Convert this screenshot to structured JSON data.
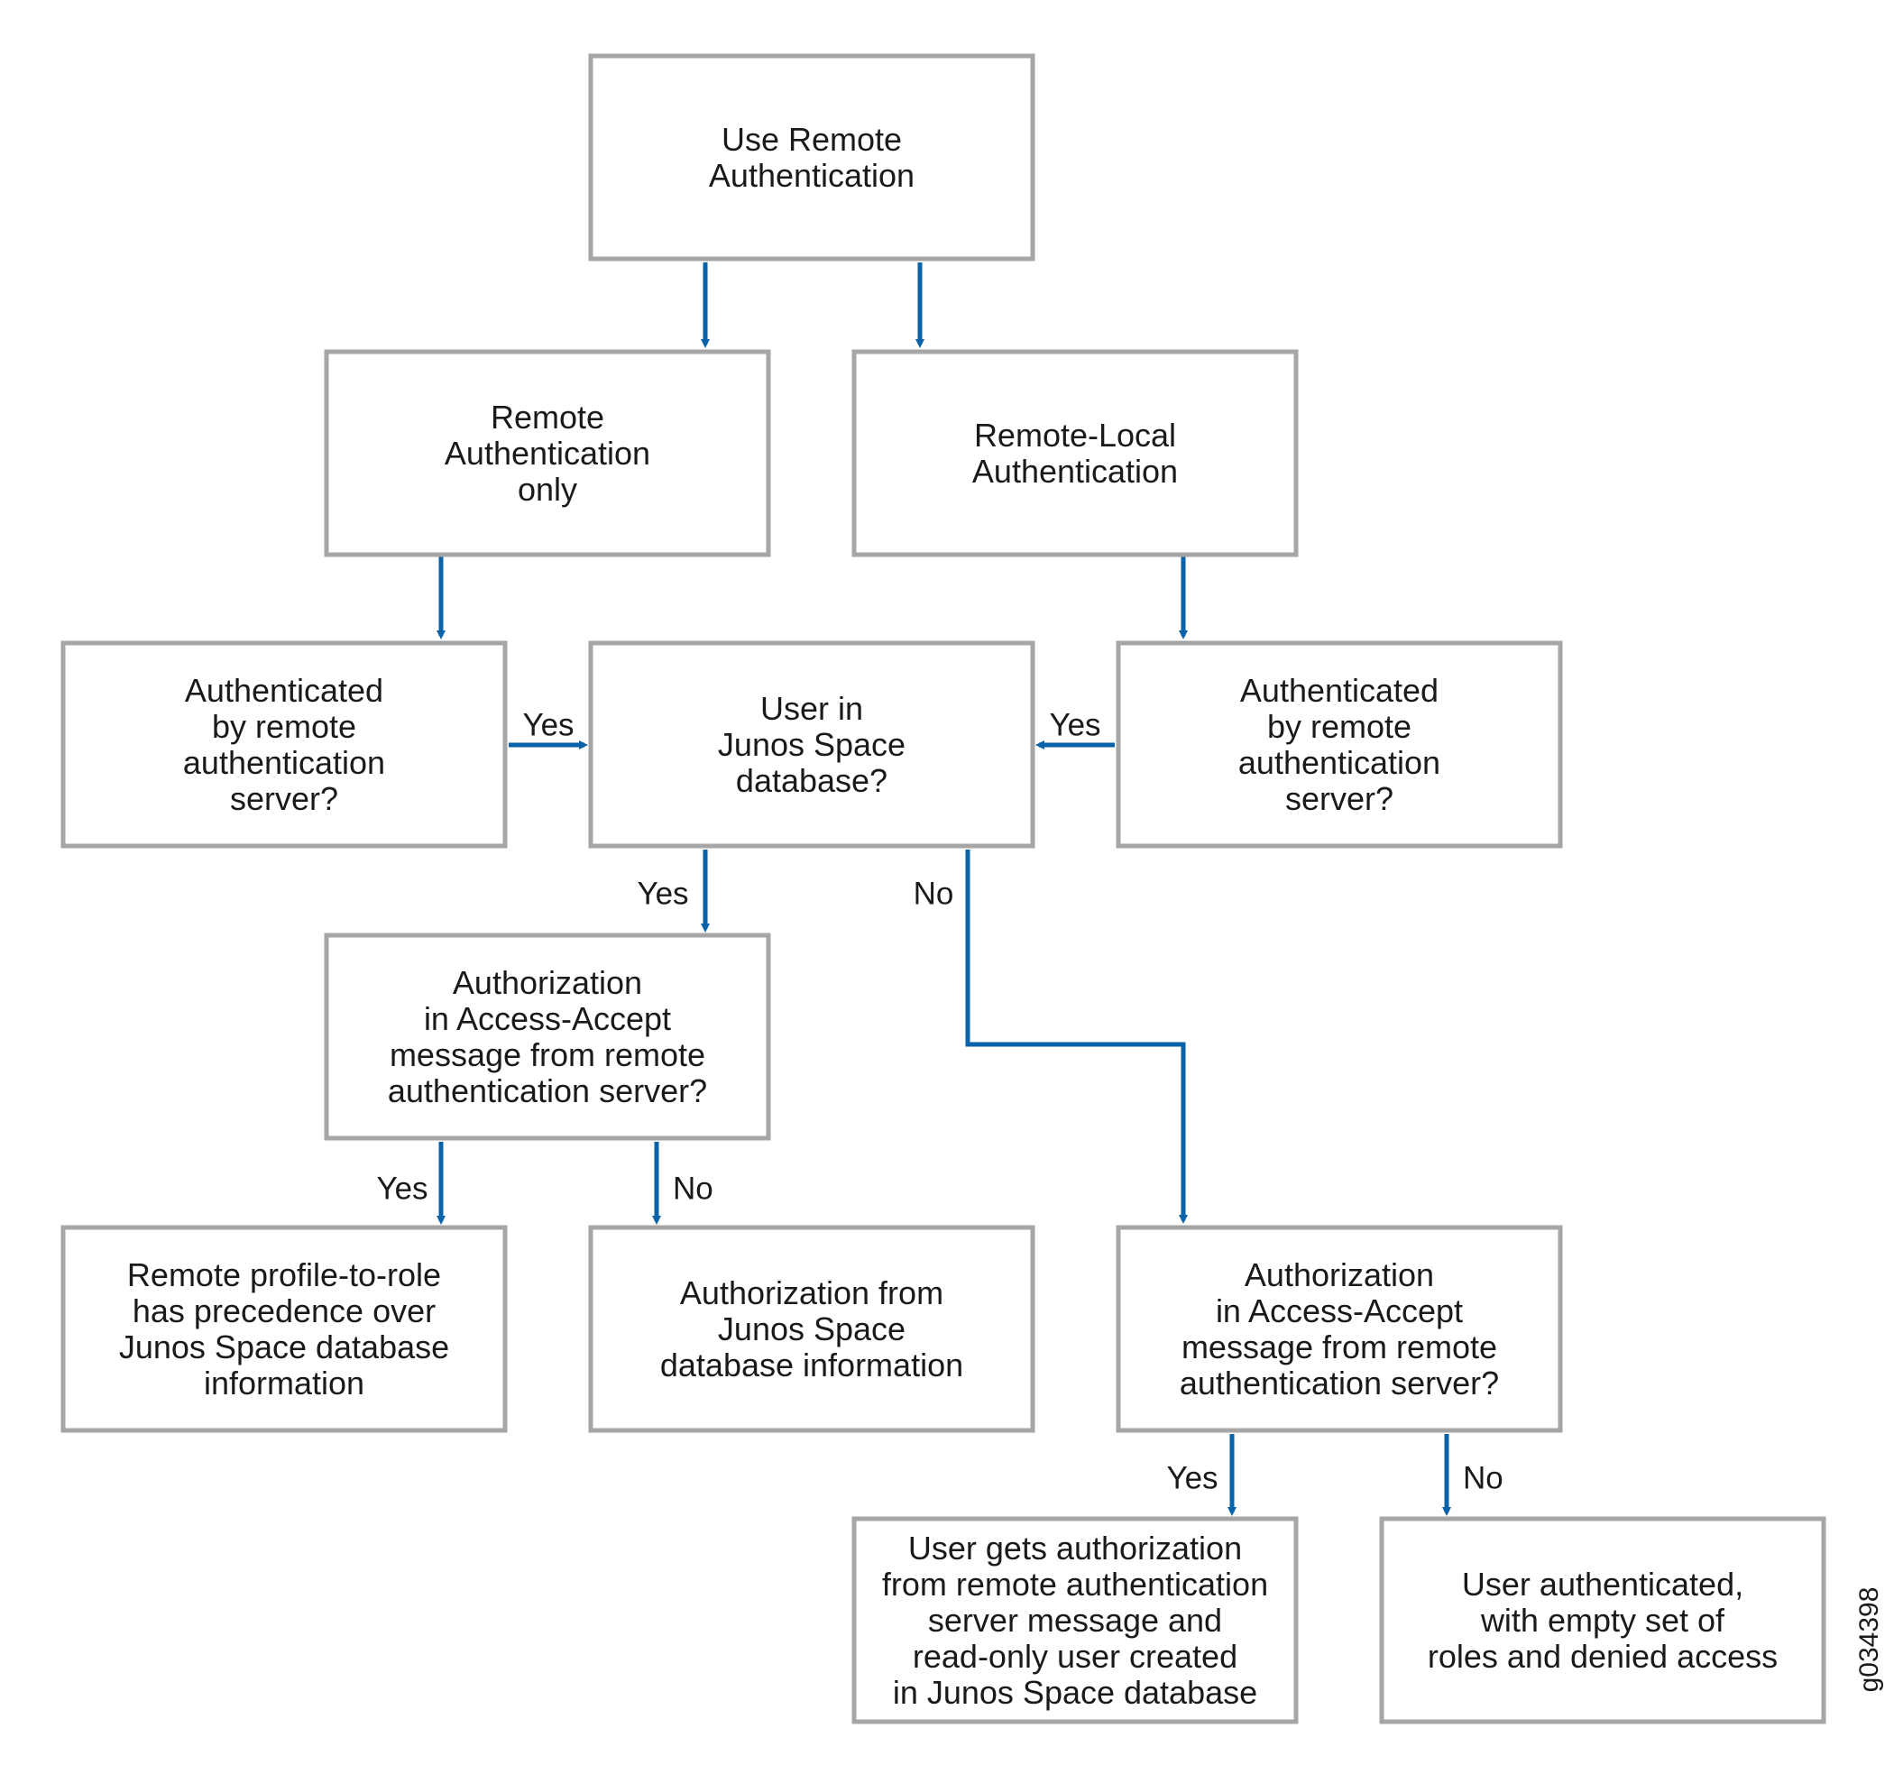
{
  "colors": {
    "box_border": "#a6a6a6",
    "arrow": "#0a62a8",
    "text": "#1a1a1a",
    "background": "#ffffff"
  },
  "nodes": [
    {
      "id": "use-remote-auth",
      "lines": [
        "Use Remote",
        "Authentication"
      ]
    },
    {
      "id": "remote-auth-only",
      "lines": [
        "Remote",
        "Authentication",
        "only"
      ]
    },
    {
      "id": "remote-local-auth",
      "lines": [
        "Remote-Local",
        "Authentication"
      ]
    },
    {
      "id": "authenticated-left",
      "lines": [
        "Authenticated",
        "by remote",
        "authentication",
        "server?"
      ]
    },
    {
      "id": "user-in-db",
      "lines": [
        "User in",
        "Junos Space",
        "database?"
      ]
    },
    {
      "id": "authenticated-right",
      "lines": [
        "Authenticated",
        "by remote",
        "authentication",
        "server?"
      ]
    },
    {
      "id": "authorization-left",
      "lines": [
        "Authorization",
        "in Access-Accept",
        "message from remote",
        "authentication server?"
      ]
    },
    {
      "id": "remote-profile",
      "lines": [
        "Remote profile-to-role",
        "has precedence over",
        "Junos Space database",
        "information"
      ]
    },
    {
      "id": "authorization-from-db",
      "lines": [
        "Authorization from",
        "Junos Space",
        "database information"
      ]
    },
    {
      "id": "authorization-right",
      "lines": [
        "Authorization",
        "in Access-Accept",
        "message from remote",
        "authentication server?"
      ]
    },
    {
      "id": "user-gets-auth",
      "lines": [
        "User gets authorization",
        "from remote authentication",
        "server message and",
        "read-only user created",
        "in Junos Space database"
      ]
    },
    {
      "id": "user-empty-roles",
      "lines": [
        "User authenticated,",
        "with empty set of",
        "roles and denied access"
      ]
    }
  ],
  "edges": [
    {
      "id": "top-to-remote-only",
      "from": "use-remote-auth",
      "to": "remote-auth-only",
      "label": ""
    },
    {
      "id": "top-to-remote-local",
      "from": "use-remote-auth",
      "to": "remote-local-auth",
      "label": ""
    },
    {
      "id": "remote-only-to-auth-left",
      "from": "remote-auth-only",
      "to": "authenticated-left",
      "label": ""
    },
    {
      "id": "remote-local-to-auth-right",
      "from": "remote-local-auth",
      "to": "authenticated-right",
      "label": ""
    },
    {
      "id": "auth-left-to-user-db",
      "from": "authenticated-left",
      "to": "user-in-db",
      "label": "Yes"
    },
    {
      "id": "auth-right-to-user-db",
      "from": "authenticated-right",
      "to": "user-in-db",
      "label": "Yes"
    },
    {
      "id": "user-db-to-authz-left",
      "from": "user-in-db",
      "to": "authorization-left",
      "label": "Yes"
    },
    {
      "id": "user-db-to-authz-right",
      "from": "user-in-db",
      "to": "authorization-right",
      "label": "No"
    },
    {
      "id": "authz-left-to-profile",
      "from": "authorization-left",
      "to": "remote-profile",
      "label": "Yes"
    },
    {
      "id": "authz-left-to-db-info",
      "from": "authorization-left",
      "to": "authorization-from-db",
      "label": "No"
    },
    {
      "id": "authz-right-to-user-gets",
      "from": "authorization-right",
      "to": "user-gets-auth",
      "label": "Yes"
    },
    {
      "id": "authz-right-to-empty-roles",
      "from": "authorization-right",
      "to": "user-empty-roles",
      "label": "No"
    }
  ],
  "figure_id": "g034398"
}
